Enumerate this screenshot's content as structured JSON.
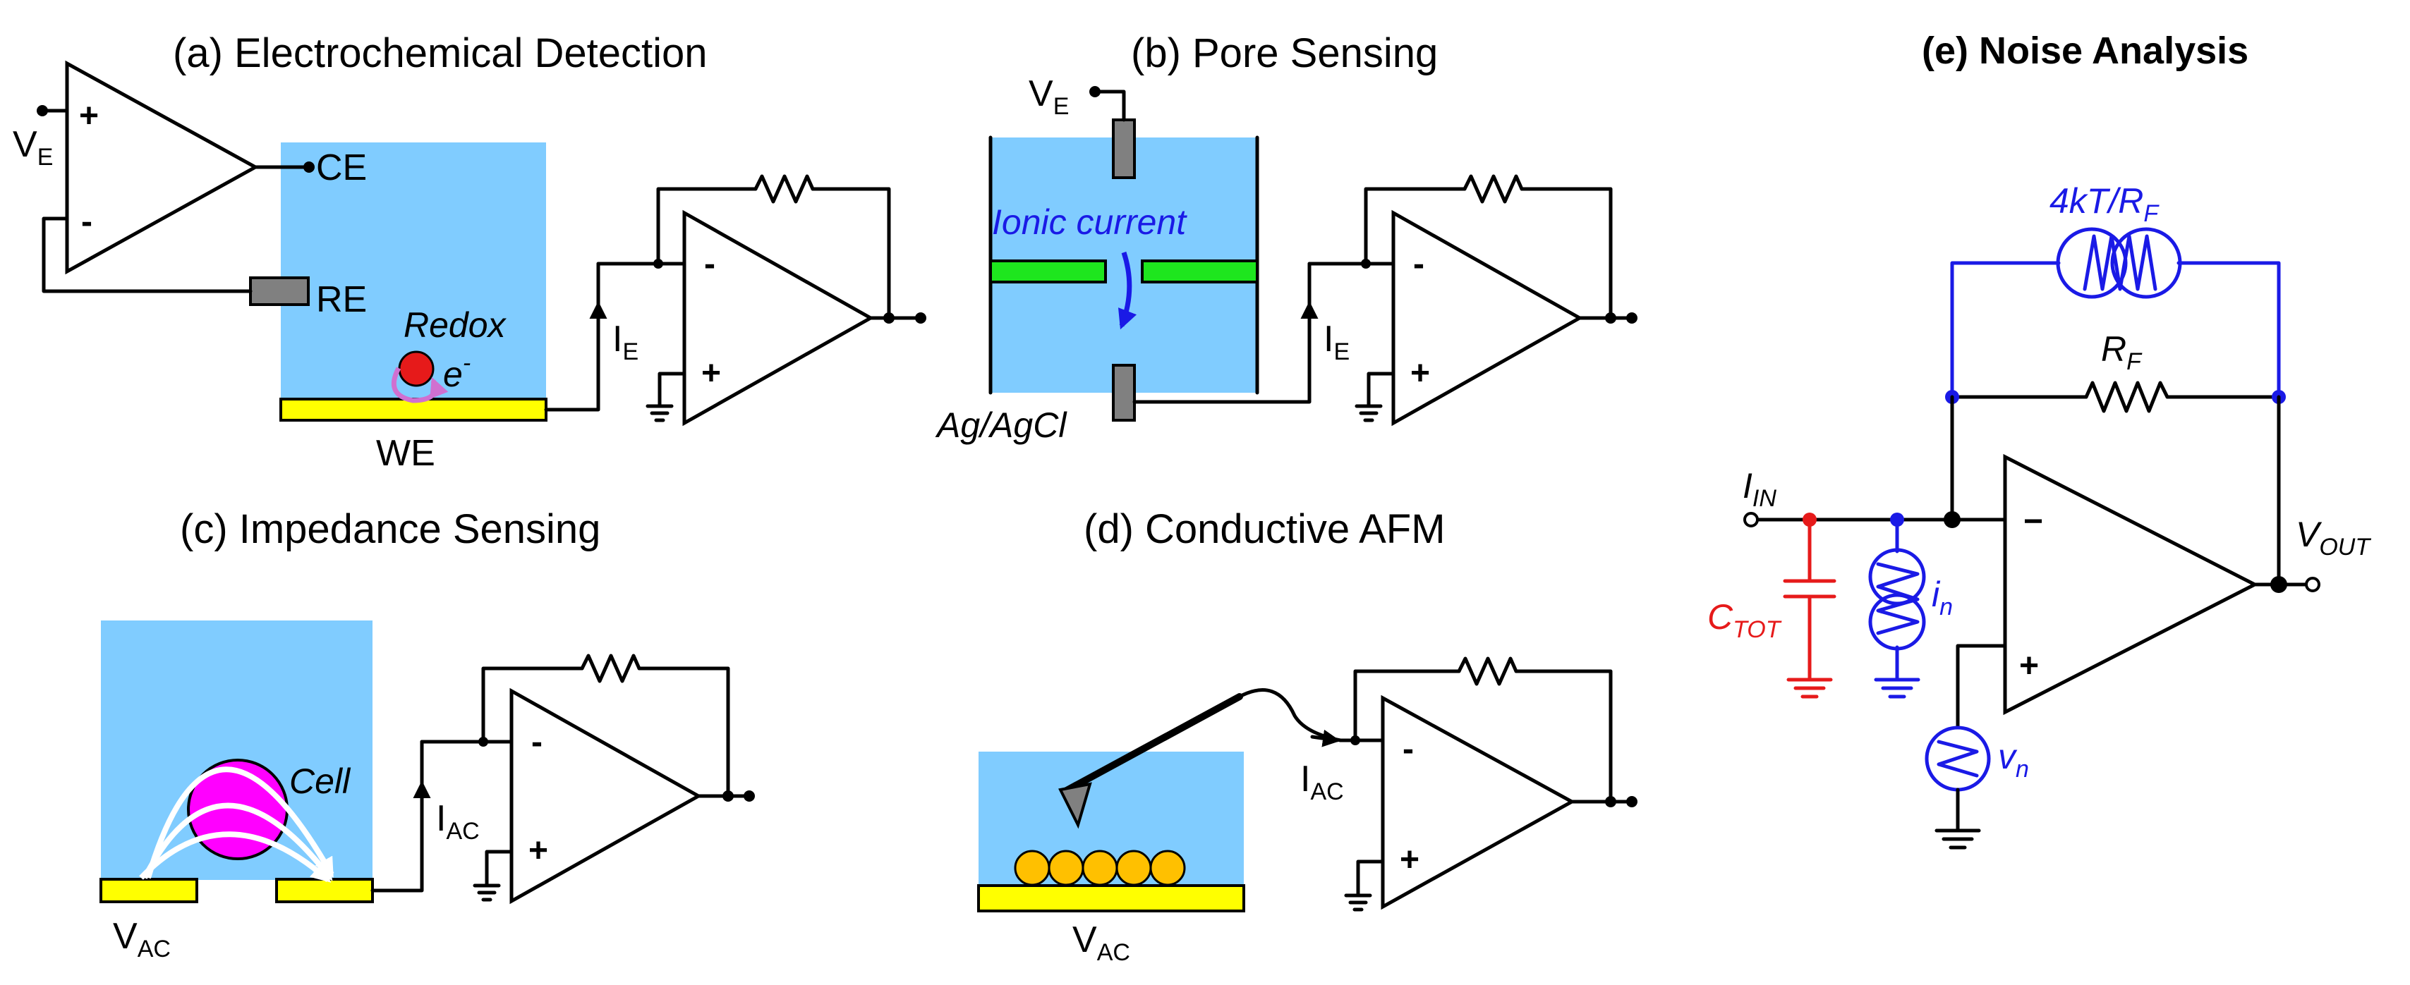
{
  "colors": {
    "electrolyte": "#80ccff",
    "electrode": "#ffff00",
    "membrane": "#1ee61e",
    "redox": "#e61a1a",
    "cell": "#ff00ff",
    "particle": "#ffc000",
    "noise": "#1a1ae6",
    "capacitor": "#e61a1a",
    "pore_electrode": "#808080"
  },
  "panels": {
    "a": {
      "title": "(a) Electrochemical Detection",
      "ve": "V",
      "ve_sub": "E",
      "ce": "CE",
      "re": "RE",
      "we": "WE",
      "redox": "Redox",
      "electron": "e",
      "electron_sup": "-",
      "current": "I",
      "current_sub": "E",
      "plus": "+",
      "minus": "-"
    },
    "b": {
      "title": "(b) Pore Sensing",
      "ve": "V",
      "ve_sub": "E",
      "ionic": "Ionic current",
      "agcl": "Ag/AgCl",
      "current": "I",
      "current_sub": "E",
      "plus": "+",
      "minus": "-"
    },
    "c": {
      "title": "(c) Impedance Sensing",
      "cell": "Cell",
      "vac": "V",
      "vac_sub": "AC",
      "current": "I",
      "current_sub": "AC",
      "plus": "+",
      "minus": "-"
    },
    "d": {
      "title": "(d) Conductive AFM",
      "vac": "V",
      "vac_sub": "AC",
      "current": "I",
      "current_sub": "AC",
      "plus": "+",
      "minus": "-"
    },
    "e": {
      "title": "(e) Noise Analysis",
      "thermal": "4kT/R",
      "thermal_sub": "F",
      "rf": "R",
      "rf_sub": "F",
      "iin": "I",
      "iin_sub": "IN",
      "ctot": "C",
      "ctot_sub": "TOT",
      "in": "i",
      "in_sub": "n",
      "vn": "v",
      "vn_sub": "n",
      "vout": "V",
      "vout_sub": "OUT",
      "plus": "+",
      "minus": "−"
    }
  }
}
